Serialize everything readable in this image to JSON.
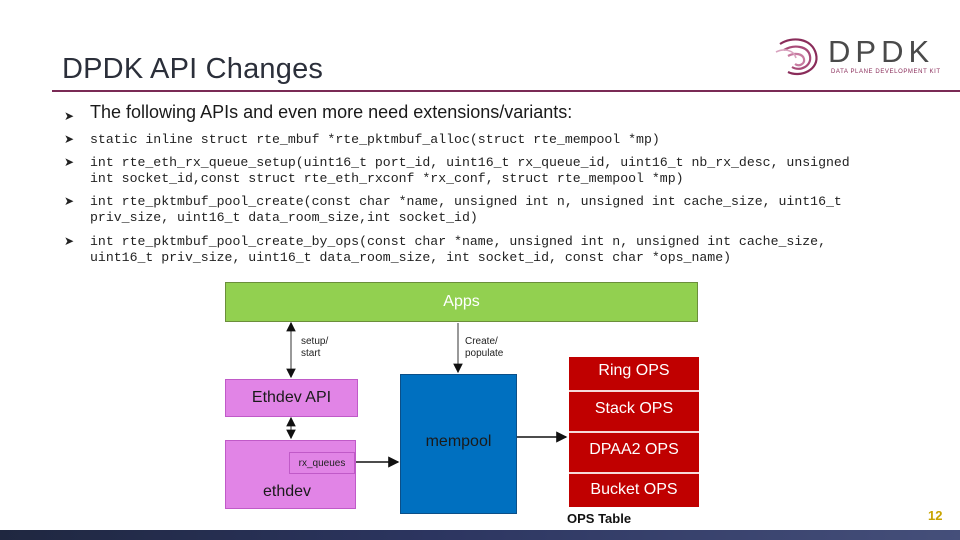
{
  "slide": {
    "title": "DPDK API Changes",
    "page_number": "12"
  },
  "logo": {
    "word": "DPDK",
    "subtitle": "DATA PLANE DEVELOPMENT KIT",
    "icon": "dpdk-swirl-icon"
  },
  "bullets": {
    "intro": "The following APIs and even more need extensions/variants:",
    "api_1": "static inline struct rte_mbuf *rte_pktmbuf_alloc(struct rte_mempool *mp)",
    "api_2_line1": "int rte_eth_rx_queue_setup(uint16_t port_id, uint16_t rx_queue_id,   uint16_t nb_rx_desc, unsigned",
    "api_2_line2": "int socket_id,const struct rte_eth_rxconf *rx_conf,   struct rte_mempool *mp)",
    "api_3_line1": "int rte_pktmbuf_pool_create(const char *name, unsigned int n, unsigned int cache_size, uint16_t",
    "api_3_line2": "priv_size, uint16_t data_room_size,int socket_id)",
    "api_4_line1": "int rte_pktmbuf_pool_create_by_ops(const char *name, unsigned int n, unsigned int cache_size,",
    "api_4_line2": "uint16_t priv_size, uint16_t data_room_size, int socket_id, const char *ops_name)",
    "bullet_icon": "arrowhead-bullet-icon"
  },
  "diagram": {
    "apps": "Apps",
    "setup_label_1": "setup/",
    "setup_label_2": "start",
    "create_label_1": "Create/",
    "create_label_2": "populate",
    "ethdev_api": "Ethdev API",
    "rx_queues": "rx_queues",
    "ethdev": "ethdev",
    "mempool": "mempool",
    "ops": [
      "Ring OPS",
      "Stack OPS",
      "DPAA2 OPS",
      "Bucket OPS"
    ],
    "ops_table": "OPS Table",
    "colors": {
      "apps": "#92d050",
      "ethdev": "#e184e6",
      "mempool": "#0070c0",
      "ops": "#c00000"
    }
  }
}
